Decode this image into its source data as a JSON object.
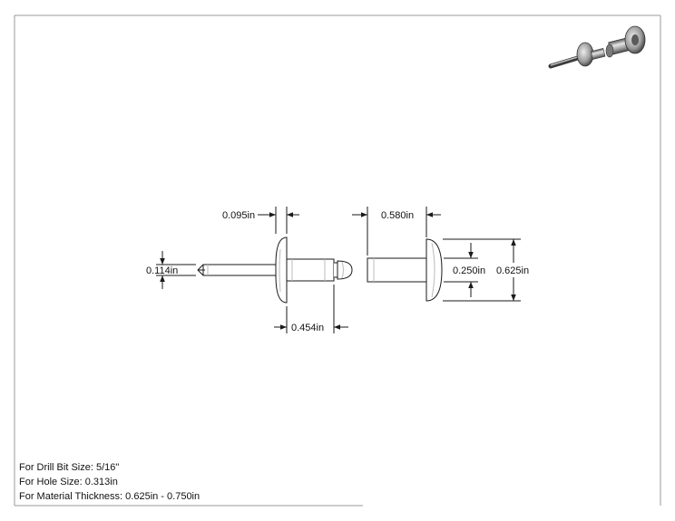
{
  "dimensions": {
    "flange_thickness": "0.095in",
    "mandrel_diameter": "0.114in",
    "body_length_pulled": "0.454in",
    "body_length": "0.580in",
    "body_diameter": "0.250in",
    "head_diameter": "0.625in"
  },
  "notes": {
    "drill_bit": "For Drill Bit Size: 5/16\"",
    "hole_size": "For Hole Size: 0.313in",
    "material_thickness": "For Material Thickness: 0.625in - 0.750in"
  },
  "colors": {
    "line": "#1a1a1a",
    "border": "#9a9a9a",
    "metal_light": "#d8d8d8",
    "metal_dark": "#6e6e6e"
  }
}
